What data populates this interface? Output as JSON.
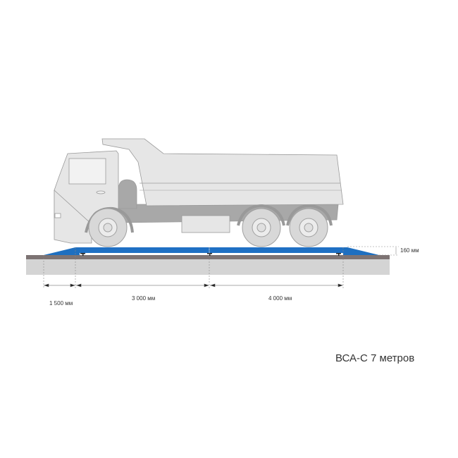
{
  "title": "ВСА-С 7 метров",
  "dimensions": {
    "ramp": "1 500 мм",
    "section1": "3 000 мм",
    "section2": "4 000 мм",
    "height": "160 мм"
  },
  "colors": {
    "platform": "#1e6fc0",
    "ground_top": "#7d7373",
    "ground": "#d4d4d4",
    "truck": "#e6e6e6",
    "truck_dark": "#a8a8a8"
  }
}
